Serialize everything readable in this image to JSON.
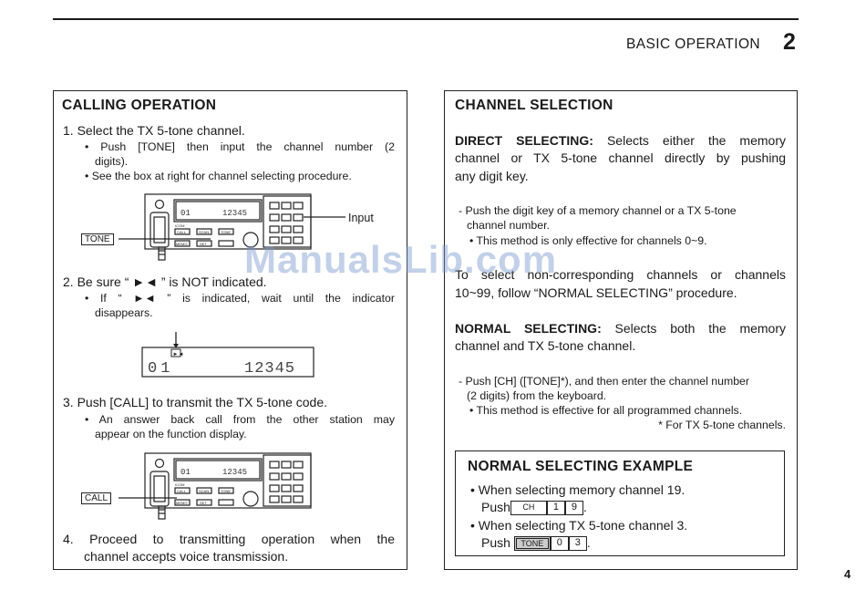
{
  "header": {
    "title": "BASIC OPERATION",
    "chapter": "2"
  },
  "left": {
    "title": "CALLING OPERATION",
    "step1": "1. Select the TX 5-tone channel.",
    "bullet1a_1": "• Push [TONE] then input the channel number (2",
    "bullet1a_2": "digits).",
    "bullet1b": "• See the box at right for channel selecting procedure.",
    "diagram1": {
      "input_label": "Input",
      "tone_tag": "TONE",
      "lcd_channel": "01",
      "lcd_code": "12345"
    },
    "step2": "2. Be sure “ ►◄ ” is NOT indicated.",
    "bullet2_1": "• If “ ►◄ ” is indicated, wait until the indicator",
    "bullet2_2": "disappears.",
    "display": {
      "channel": "01",
      "code": "12345"
    },
    "step3": "3. Push [CALL] to transmit the TX 5-tone code.",
    "bullet3_1": "• An answer back call from the other station may",
    "bullet3_2": "appear on the function display.",
    "diagram2": {
      "call_tag": "CALL",
      "lcd_channel": "01",
      "lcd_code": "12345"
    },
    "step4_1": "4. Proceed to transmitting operation when the",
    "step4_2": "channel accepts voice transmission."
  },
  "right": {
    "title": "CHANNEL SELECTION",
    "direct_label": "DIRECT SELECTING:",
    "direct_1": "Selects either the memory",
    "direct_2": "channel or TX 5-tone channel directly by pushing",
    "direct_3": "any digit key.",
    "direct_note_1": "- Push the digit key of a memory channel or a TX 5-tone",
    "direct_note_2": "channel number.",
    "direct_note_3": "• This method is only effective for channels 0~9.",
    "select_1": "To select non-corresponding channels or channels",
    "select_2": "10~99, follow “NORMAL SELECTING” procedure.",
    "normal_label": "NORMAL SELECTING:",
    "normal_1": "Selects both the memory",
    "normal_2": "channel and TX 5-tone channel.",
    "normal_note_1": "- Push [CH] ([TONE]*), and then enter the channel number",
    "normal_note_2": "(2 digits) from the keyboard.",
    "normal_note_3": "• This method is effective for all programmed channels.",
    "normal_note_4": "* For TX 5-tone channels.",
    "example": {
      "title": "NORMAL SELECTING EXAMPLE",
      "line1": "• When selecting memory channel 19.",
      "push_label": "Push",
      "line2": "• When selecting TX 5-tone channel 3.",
      "keys1": [
        "CH",
        "1",
        "9"
      ],
      "keys2": [
        "TONE",
        "0",
        "3"
      ],
      "period": "."
    }
  },
  "radio_keys": {
    "call": "CALL",
    "scan": "SCAN",
    "tone": "TONE",
    "memo": "MEMO",
    "set": "SET",
    "icom": "ICOM"
  },
  "watermark": "ManualsLib.com",
  "page_number": "4"
}
